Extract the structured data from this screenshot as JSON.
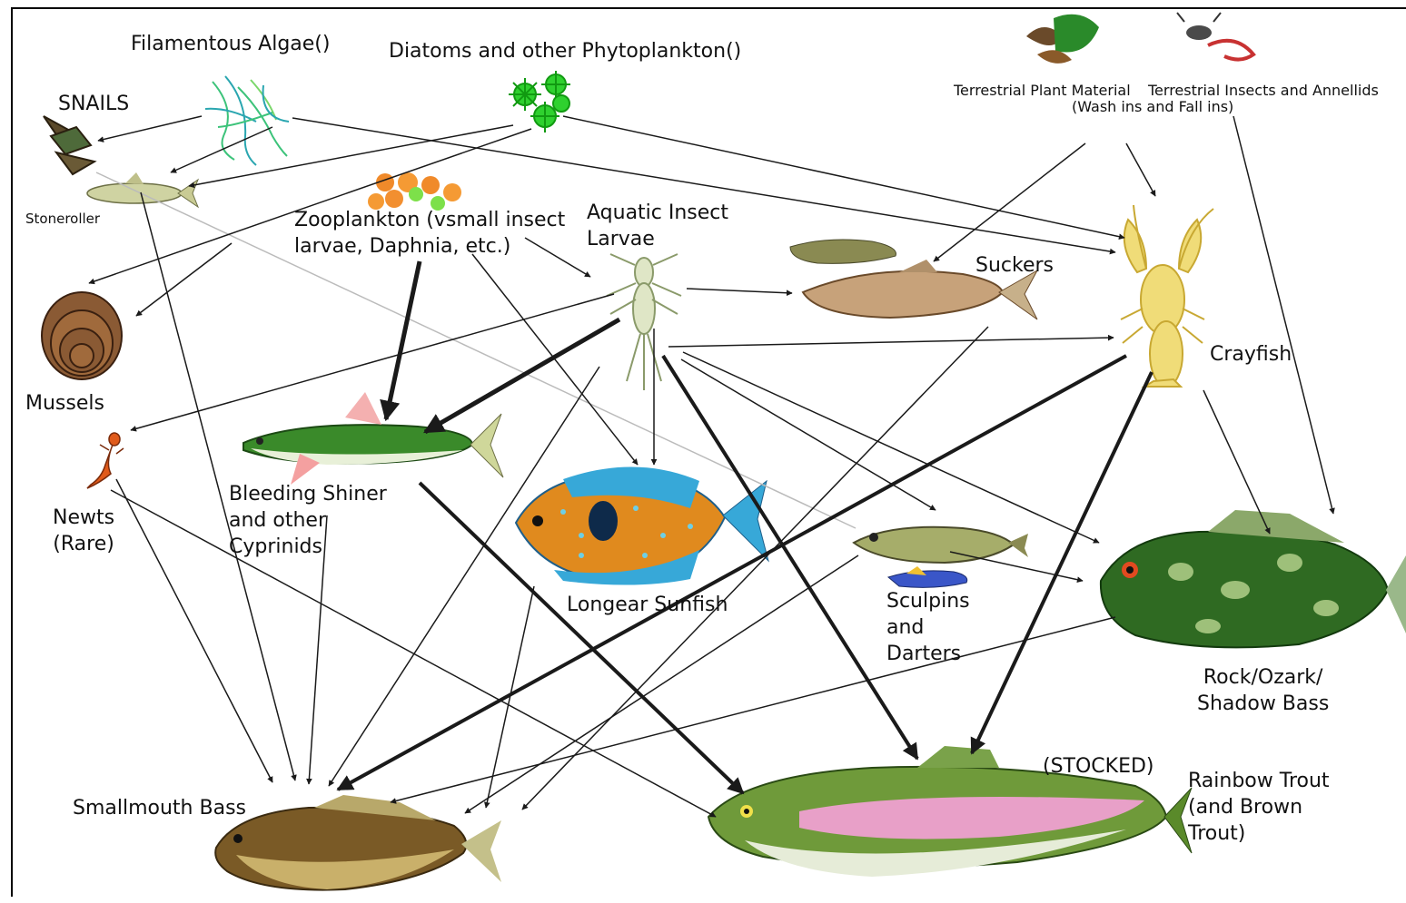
{
  "nodes": {
    "filamentous_algae": "Filamentous Algae()",
    "diatoms": "Diatoms and other Phytoplankton()",
    "snails": "SNAILS",
    "stoneroller": "Stoneroller",
    "zooplankton": "Zooplankton (vsmall insect\nlarvae, Daphnia, etc.)",
    "aquatic_insect_larvae": "Aquatic Insect\nLarvae",
    "mussels": "Mussels",
    "newts": "Newts\n(Rare)",
    "bleeding_shiner": "Bleeding Shiner\nand other\nCyprinids",
    "longear_sunfish": "Longear Sunfish",
    "suckers": "Suckers",
    "crayfish": "Crayfish",
    "sculpins_darters": "Sculpins\nand\nDarters",
    "rock_bass": "Rock/Ozark/\nShadow Bass",
    "smallmouth_bass": "Smallmouth Bass",
    "stocked": "(STOCKED)",
    "rainbow_trout": "Rainbow Trout\n(and Brown\nTrout)",
    "terrestrial_plant": "Terrestrial Plant Material",
    "terrestrial_insects": "Terrestrial Insects and Annellids",
    "wash_ins": "(Wash ins and Fall ins)"
  },
  "colors": {
    "arrow": "#1a1a1a",
    "algae": "#3cc37a",
    "phytoplankton": "#2fd12f",
    "shiner_green": "#3a8a2a",
    "sunfish_orange": "#e08a1e",
    "sunfish_blue": "#37a8d8",
    "trout_green": "#6f9a3a",
    "trout_pink": "#e8a0c8",
    "bass_green": "#2f6a22",
    "crayfish": "#f0dc78"
  },
  "icons": [
    "snail-icon",
    "stoneroller-fish-icon",
    "algae-icon",
    "phytoplankton-icon",
    "zooplankton-icon",
    "insect-larva-icon",
    "mussel-icon",
    "newt-icon",
    "shiner-fish-icon",
    "sunfish-icon",
    "sucker-fish-icon",
    "crayfish-icon",
    "sculpin-fish-icon",
    "darter-fish-icon",
    "rock-bass-icon",
    "smallmouth-bass-icon",
    "rainbow-trout-icon",
    "leaf-icon",
    "insect-worm-icon"
  ]
}
